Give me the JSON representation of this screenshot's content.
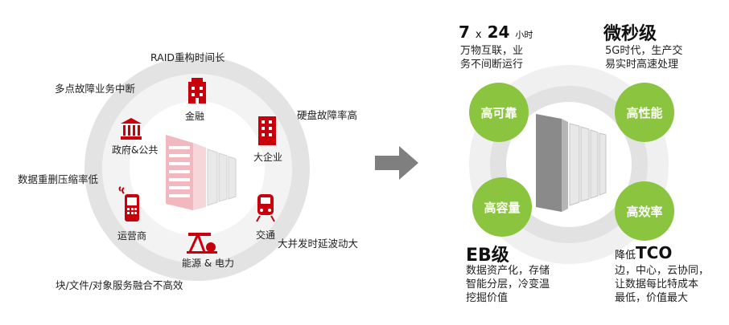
{
  "left": {
    "issues": {
      "raid": "RAID重构时间长",
      "multipoint": "多点故障业务中断",
      "disk": "硬盘故障率高",
      "dedup": "数据重删压缩率低",
      "latency": "大并发时延波动大",
      "fusion": "块/文件/对象服务融合不高效"
    },
    "industries": {
      "finance": "金融",
      "gov": "政府&公共",
      "enterprise": "大企业",
      "carrier": "运营商",
      "transport": "交通",
      "energy": "能源 & 电力"
    }
  },
  "right": {
    "pills": {
      "reliable": "高可靠",
      "performance": "高性能",
      "capacity": "高容量",
      "efficiency": "高效率"
    },
    "reliable_block": {
      "big_num": "7",
      "big_x": "x",
      "big_num2": "24",
      "big_unit": "小时",
      "line1": "万物互联，业",
      "line2": "务不间断运行"
    },
    "performance_block": {
      "title": "微秒级",
      "line1": "5G时代，生产交",
      "line2": "易实时高速处理"
    },
    "capacity_block": {
      "title": "EB级",
      "line1": "数据资产化，存储",
      "line2": "智能分层，冷变温",
      "line3": "挖掘价值"
    },
    "efficiency_block": {
      "title_prefix": "降低",
      "title": "TCO",
      "line1": "边，中心，云协同，",
      "line2": "让数据每比特成本",
      "line3": "最低，价值最大"
    }
  },
  "colors": {
    "accent_red": "#c7000b",
    "pill_green": "#8bc53f",
    "ring_gray": "#dcdcdc",
    "arrow_gray": "#7f7f7f"
  }
}
